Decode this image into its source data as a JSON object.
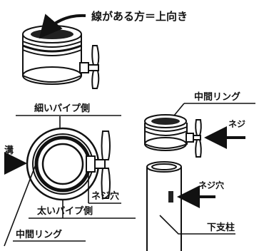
{
  "labels": {
    "line_up": "線がある方＝上向き",
    "thin_pipe_side": "細いパイプ側",
    "groove": "溝",
    "screw_hole_left": "ネジ穴",
    "thick_pipe_side": "太いパイプ側",
    "middle_ring_bottom": "中間リング",
    "middle_ring_right": "中間リング",
    "screw": "ネジ",
    "screw_hole_right": "ネジ穴",
    "lower_post": "下支柱"
  }
}
